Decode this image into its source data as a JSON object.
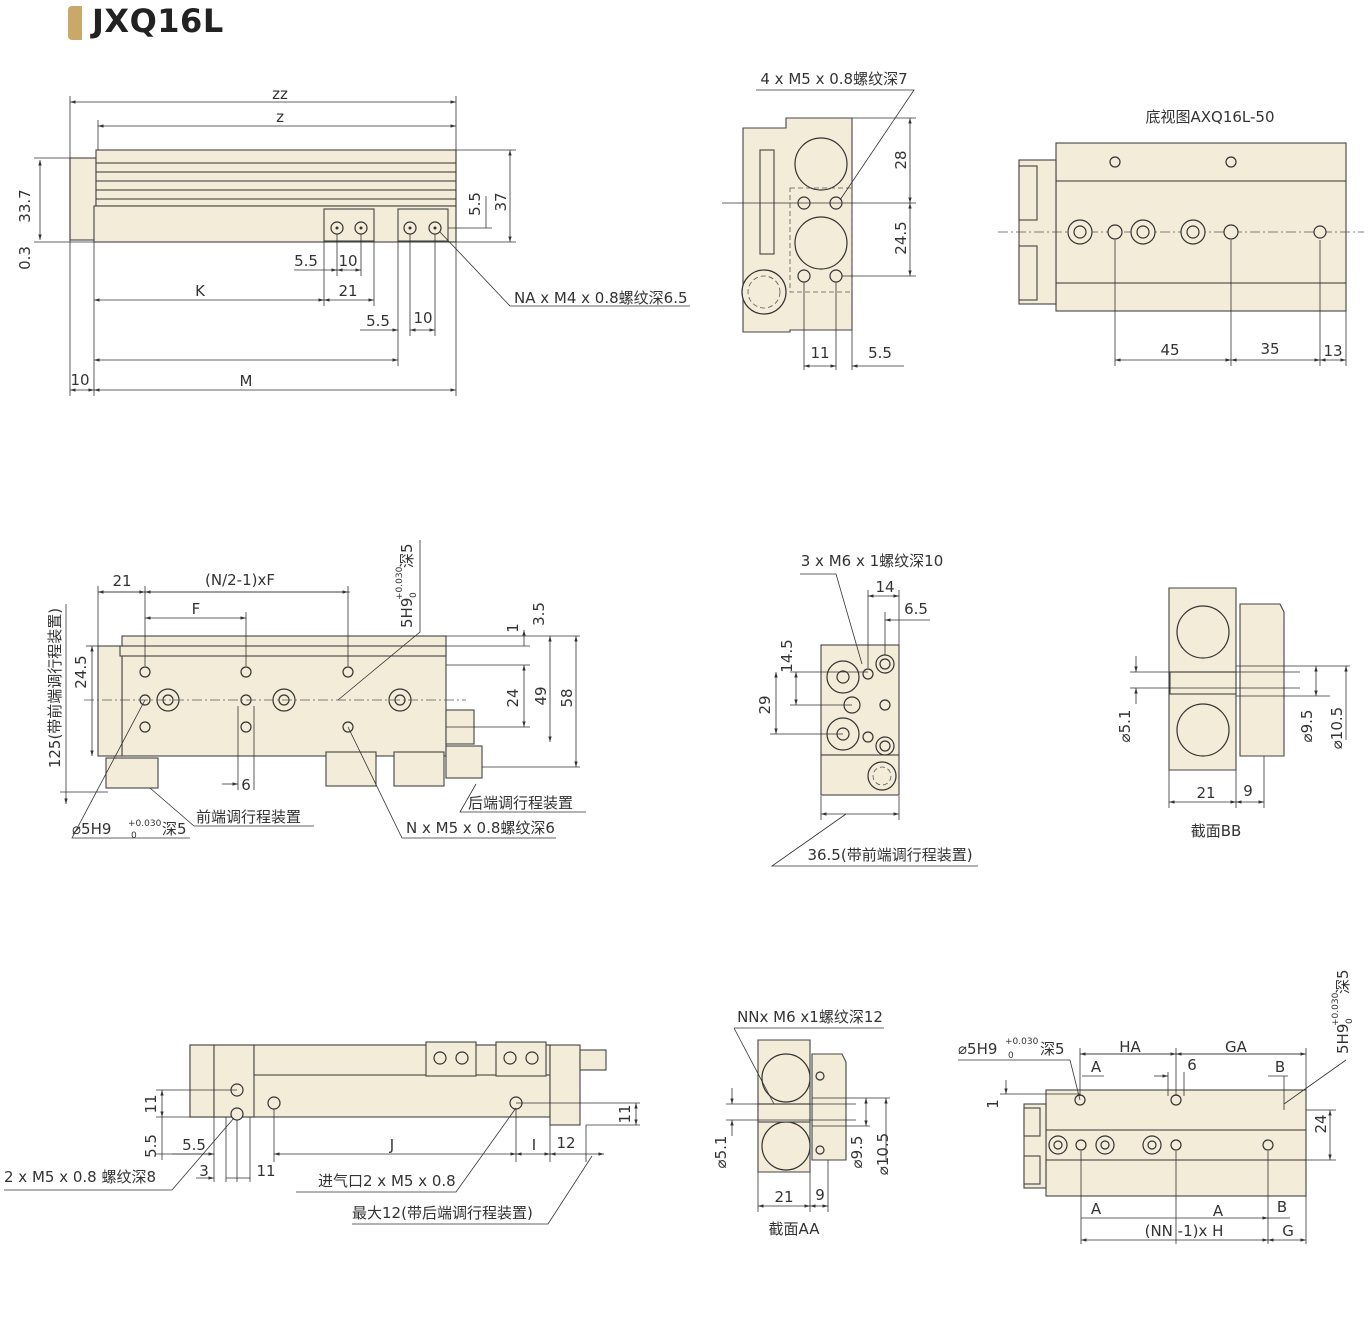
{
  "title": "JXQ16L",
  "colors": {
    "body": "#f3ecd8",
    "accent": "#c8a96a",
    "line": "#333333"
  },
  "views": {
    "side_top": {
      "zz": "zz",
      "z": "z",
      "h337": "33.7",
      "h03": "0.3",
      "h55": "5.5",
      "h37": "37",
      "d55a": "5.5",
      "d10a": "10",
      "K": "K",
      "d21": "21",
      "d55b": "5.5",
      "d10b": "10",
      "d10c": "10",
      "M": "M",
      "note": "NA x M4 x 0.8螺纹深6.5"
    },
    "end_top": {
      "note": "4 x M5 x 0.8螺纹深7",
      "d28": "28",
      "d245": "24.5",
      "d11": "11",
      "d55": "5.5"
    },
    "bottom_top": {
      "title": "底视图AXQ16L-50",
      "d45": "45",
      "d35": "35",
      "d13": "13"
    },
    "side_mid": {
      "d21": "21",
      "nf": "(N/2-1)xF",
      "F": "F",
      "pin_top": "5H9",
      "pin_top_tol": "+0.030",
      "pin_top_tol0": "0",
      "pin_top_depth": "深5",
      "d35": "3.5",
      "d1": "1",
      "d245": "24.5",
      "d24": "24",
      "d49": "49",
      "d58": "58",
      "d6": "6",
      "vlabel": "125(带前端调行程装置)",
      "front_adj": "前端调行程装置",
      "rear_adj": "后端调行程装置",
      "pin_bot": "⌀5H9",
      "pin_bot_tol": "+0.030",
      "pin_bot_tol0": "0",
      "pin_bot_depth": "深5",
      "n_note": "N x M5 x 0.8螺纹深6"
    },
    "end_mid": {
      "note": "3 x M6 x 1螺纹深10",
      "d14": "14",
      "d65": "6.5",
      "d145": "14.5",
      "d29": "29",
      "d365": "36.5(带前端调行程装置)"
    },
    "section_bb": {
      "d51": "⌀5.1",
      "d95": "⌀9.5",
      "d105": "⌀10.5",
      "d21": "21",
      "d9": "9",
      "label": "截面BB"
    },
    "side_bot": {
      "d11a": "11",
      "d55a": "5.5",
      "d55b": "5.5",
      "J": "J",
      "I": "I",
      "d12": "12",
      "d11b": "11",
      "d3": "3",
      "d11c": "11",
      "note1": "2 x M5 x 0.8 螺纹深8",
      "note2": "进气口2 x M5 x 0.8",
      "note3": "最大12(带后端调行程装置)"
    },
    "section_aa": {
      "note": "NNx M6 x1螺纹深12",
      "d51": "⌀5.1",
      "d95": "⌀9.5",
      "d105": "⌀10.5",
      "d21": "21",
      "d9": "9",
      "label": "截面AA"
    },
    "bottom_bot": {
      "pin": "⌀5H9",
      "pin_tol": "+0.030",
      "pin_tol0": "0",
      "pin_depth": "深5",
      "HA": "HA",
      "GA": "GA",
      "A1": "A",
      "d6": "6",
      "B1": "B",
      "d1": "1",
      "d24": "24",
      "A2": "A",
      "A3": "A",
      "B2": "B",
      "nn": "(NN -1)x H",
      "G": "G",
      "pin_r": "5H9",
      "pin_r_tol": "+0.030",
      "pin_r_tol0": "0",
      "pin_r_depth": "深5"
    }
  }
}
